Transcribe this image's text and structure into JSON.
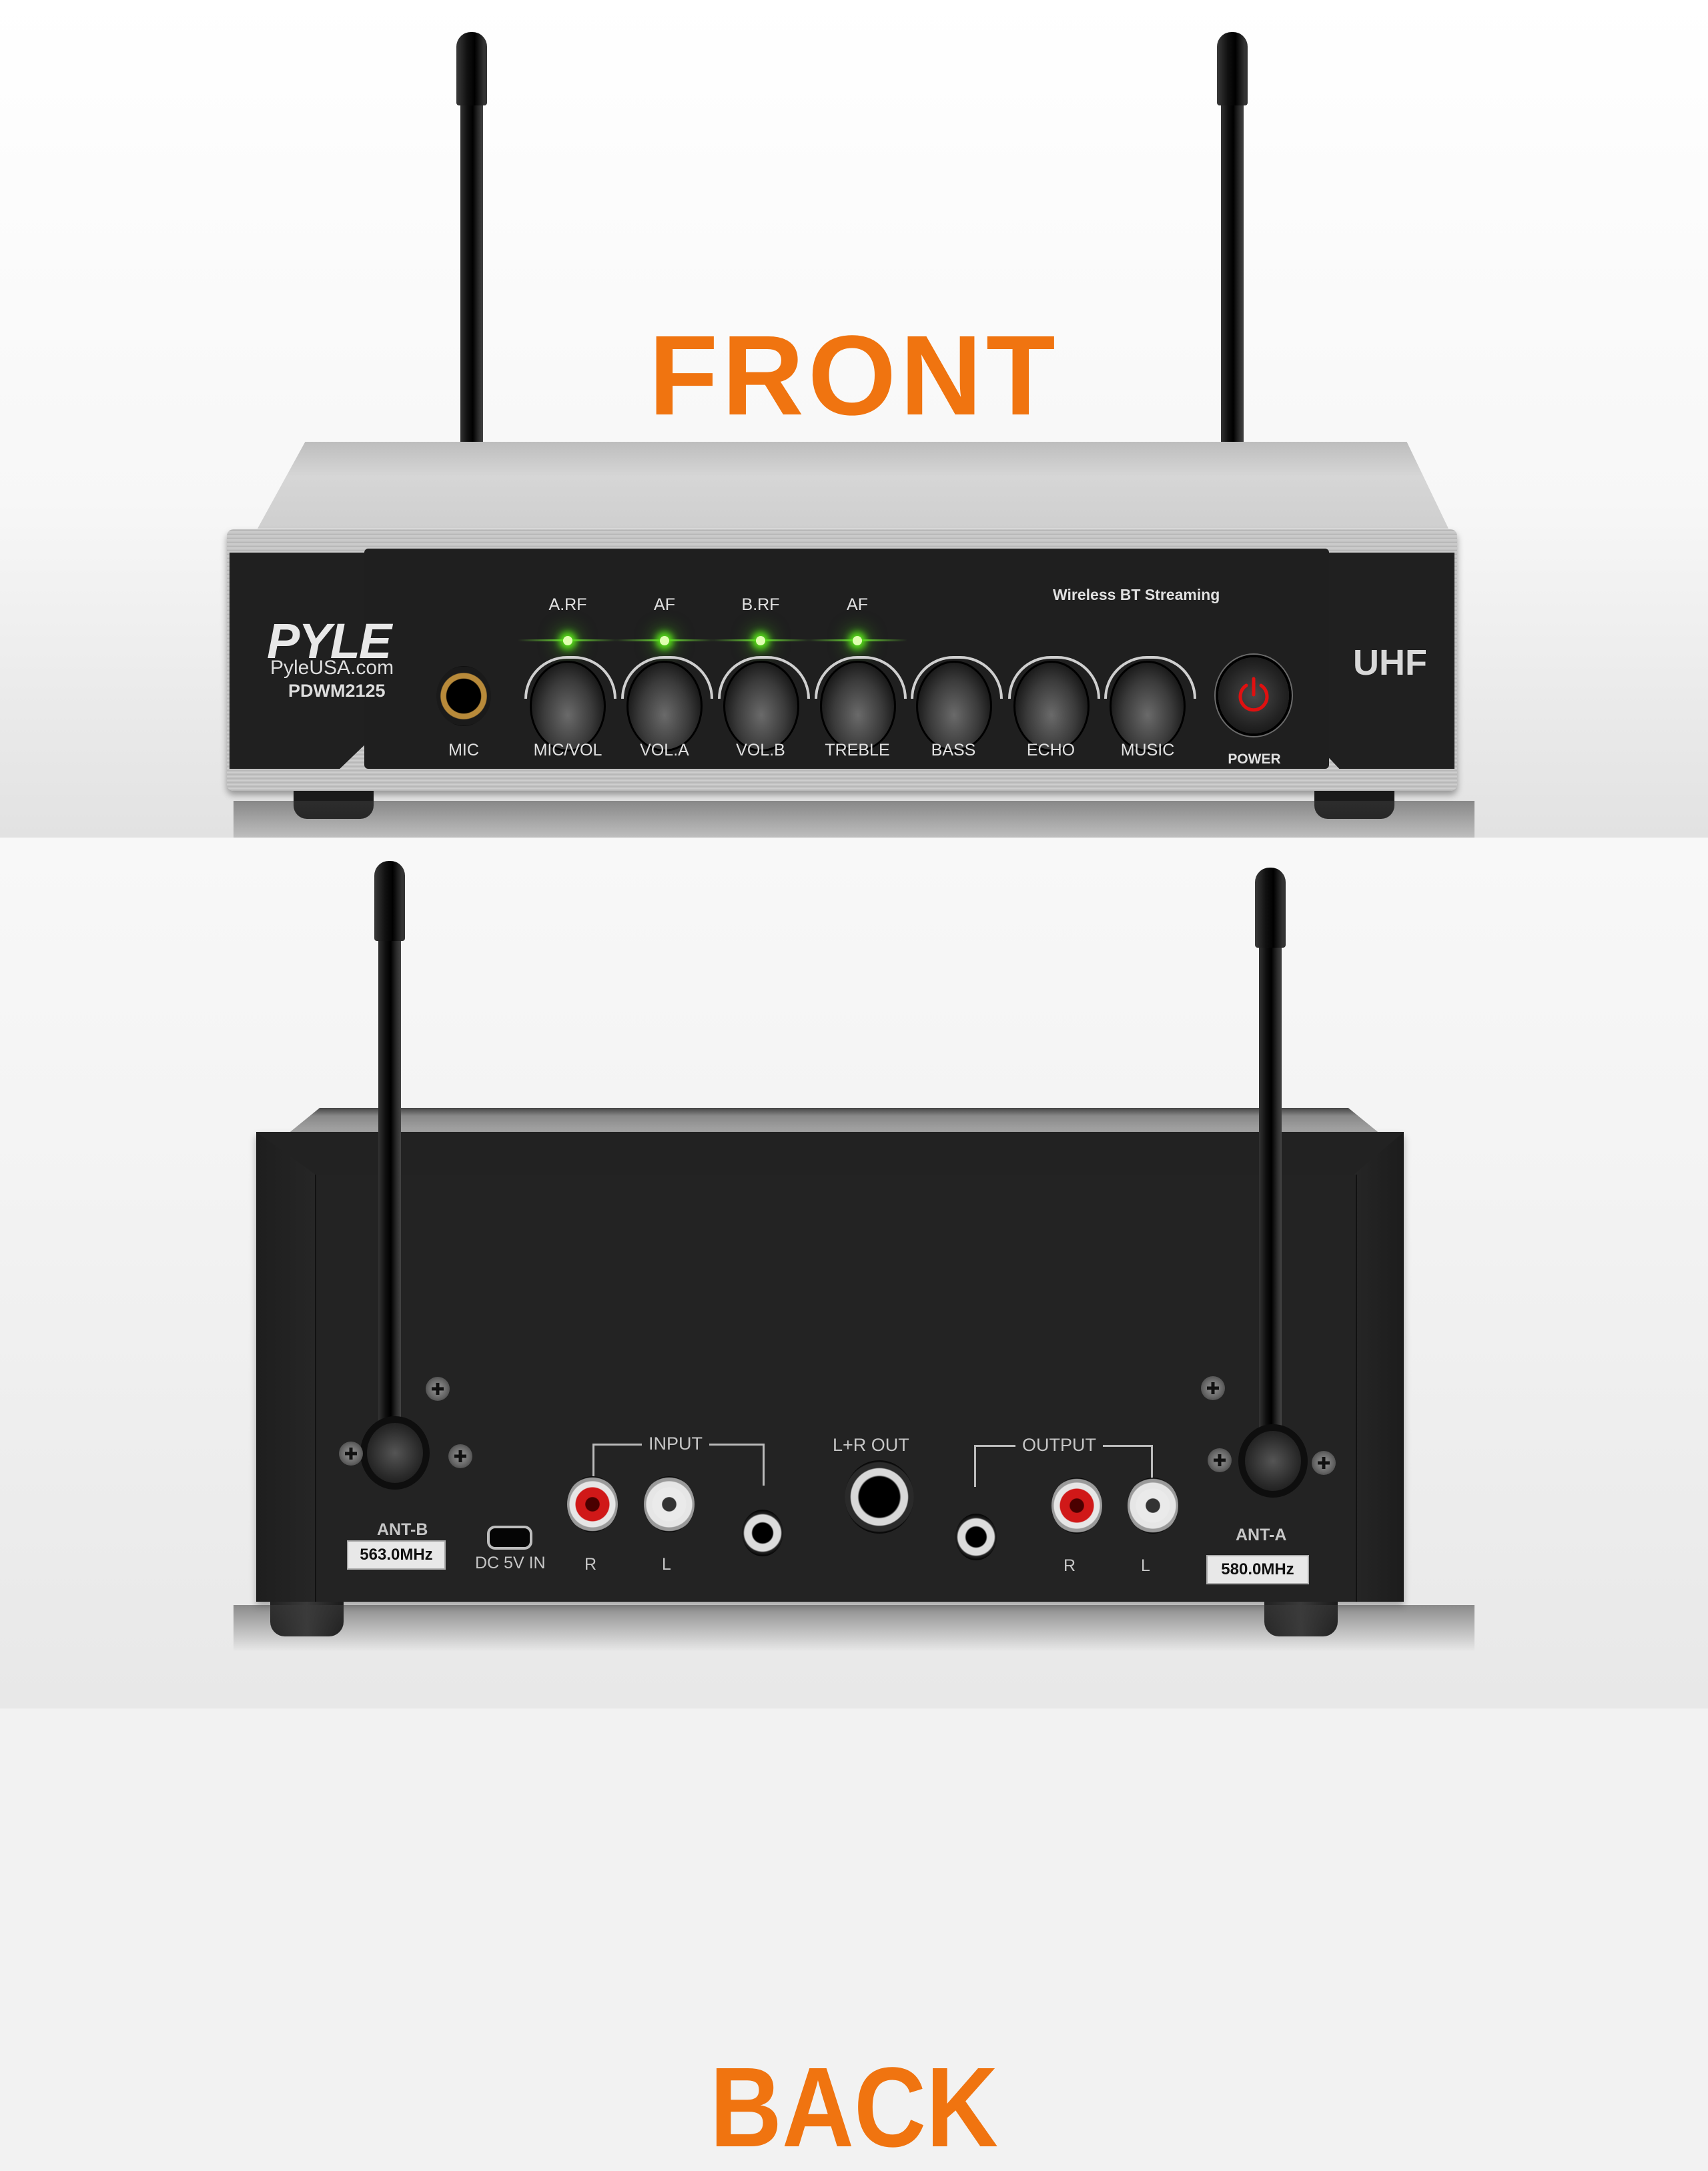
{
  "product": {
    "brand": "PYLE",
    "website": "PyleUSA.com",
    "model": "PDWM2125"
  },
  "colors": {
    "heading_orange": "#f07410",
    "panel_black": "#202020",
    "led_green": "#58e01a",
    "power_red": "#e01010",
    "rca_red": "#d01818",
    "rca_white": "#eaeaea"
  },
  "front": {
    "heading": "FRONT",
    "band_label": "UHF",
    "feature_label": "Wireless BT Streaming",
    "mic_jack_label": "MIC",
    "power_label": "POWER",
    "indicators": [
      {
        "label": "A.RF",
        "state": "on"
      },
      {
        "label": "AF",
        "state": "on"
      },
      {
        "label": "B.RF",
        "state": "on"
      },
      {
        "label": "AF",
        "state": "on"
      }
    ],
    "knobs": [
      {
        "label": "MIC/VOL"
      },
      {
        "label": "VOL.A"
      },
      {
        "label": "VOL.B"
      },
      {
        "label": "TREBLE"
      },
      {
        "label": "BASS"
      },
      {
        "label": "ECHO"
      },
      {
        "label": "MUSIC"
      }
    ]
  },
  "back": {
    "heading": "BACK",
    "antenna_b": {
      "label": "ANT-B",
      "frequency": "563.0MHz"
    },
    "antenna_a": {
      "label": "ANT-A",
      "frequency": "580.0MHz"
    },
    "dc_label": "DC 5V IN",
    "input_group": {
      "label": "INPUT",
      "r": "R",
      "l": "L"
    },
    "lr_out_label": "L+R OUT",
    "output_group": {
      "label": "OUTPUT",
      "r": "R",
      "l": "L"
    }
  }
}
